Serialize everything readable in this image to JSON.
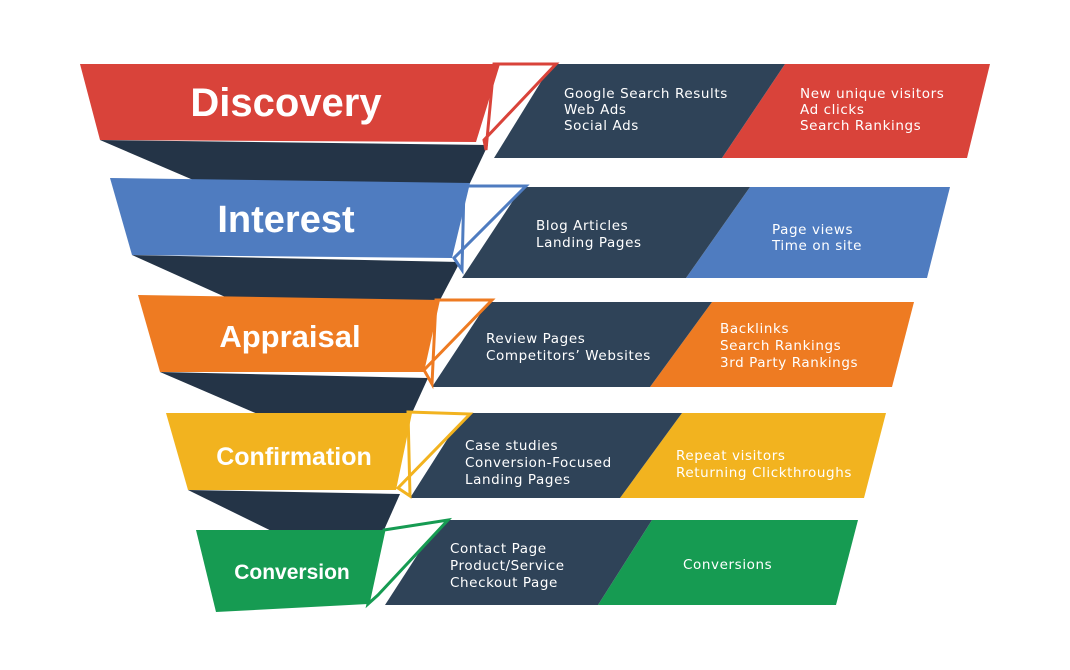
{
  "colors": {
    "dark": "#2f4358",
    "dark_shadow": "#243447",
    "discovery": "#d9433a",
    "interest": "#4f7cc0",
    "appraisal": "#ee7b22",
    "confirmation": "#f2b31f",
    "conversion": "#169b52"
  },
  "stages": [
    {
      "title": "Discovery",
      "content": [
        "Google Search Results",
        "Web Ads",
        "Social Ads"
      ],
      "metrics": [
        "New unique visitors",
        "Ad clicks",
        "Search Rankings"
      ]
    },
    {
      "title": "Interest",
      "content": [
        "Blog Articles",
        "Landing Pages"
      ],
      "metrics": [
        "Page views",
        "Time on site"
      ]
    },
    {
      "title": "Appraisal",
      "content": [
        "Review Pages",
        "Competitors’ Websites"
      ],
      "metrics": [
        "Backlinks",
        "Search Rankings",
        "3rd Party Rankings"
      ]
    },
    {
      "title": "Confirmation",
      "content": [
        "Case studies",
        "Conversion-Focused",
        "Landing Pages"
      ],
      "metrics": [
        "Repeat visitors",
        "Returning Clickthroughs"
      ]
    },
    {
      "title": "Conversion",
      "content": [
        "Contact Page",
        "Product/Service",
        "Checkout Page"
      ],
      "metrics": [
        "Conversions"
      ]
    }
  ]
}
